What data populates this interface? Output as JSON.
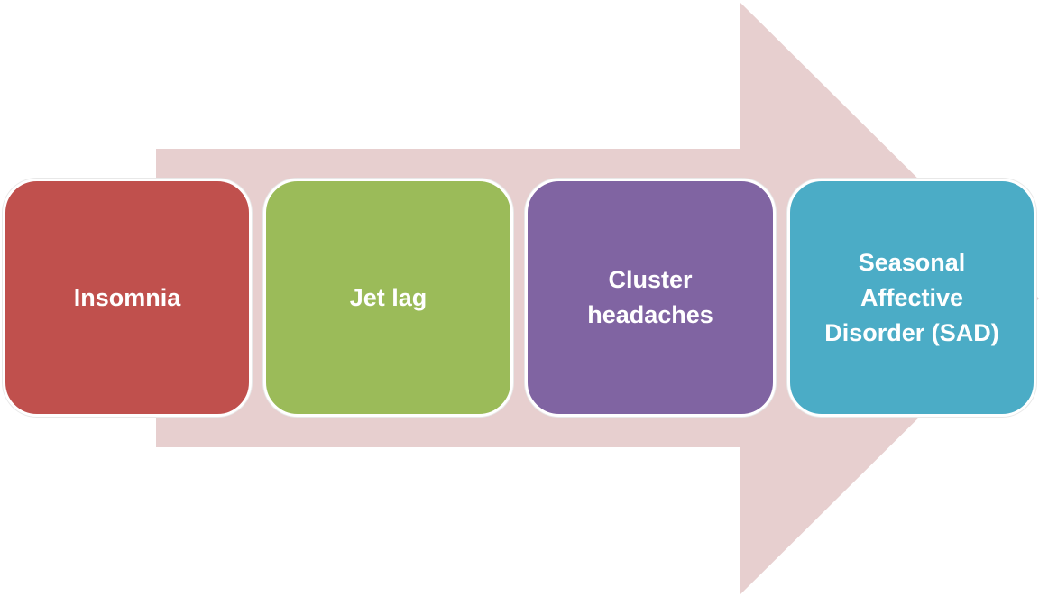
{
  "colors": {
    "arrow": "#e7cfcf",
    "text": "#ffffff"
  },
  "steps": [
    {
      "label": "Insomnia",
      "color": "#c0504d"
    },
    {
      "label": "Jet lag",
      "color": "#9bbb59"
    },
    {
      "label": "Cluster\nheadaches",
      "color": "#8064a2"
    },
    {
      "label": "Seasonal\nAffective\nDisorder (SAD)",
      "color": "#4bacc6"
    }
  ]
}
